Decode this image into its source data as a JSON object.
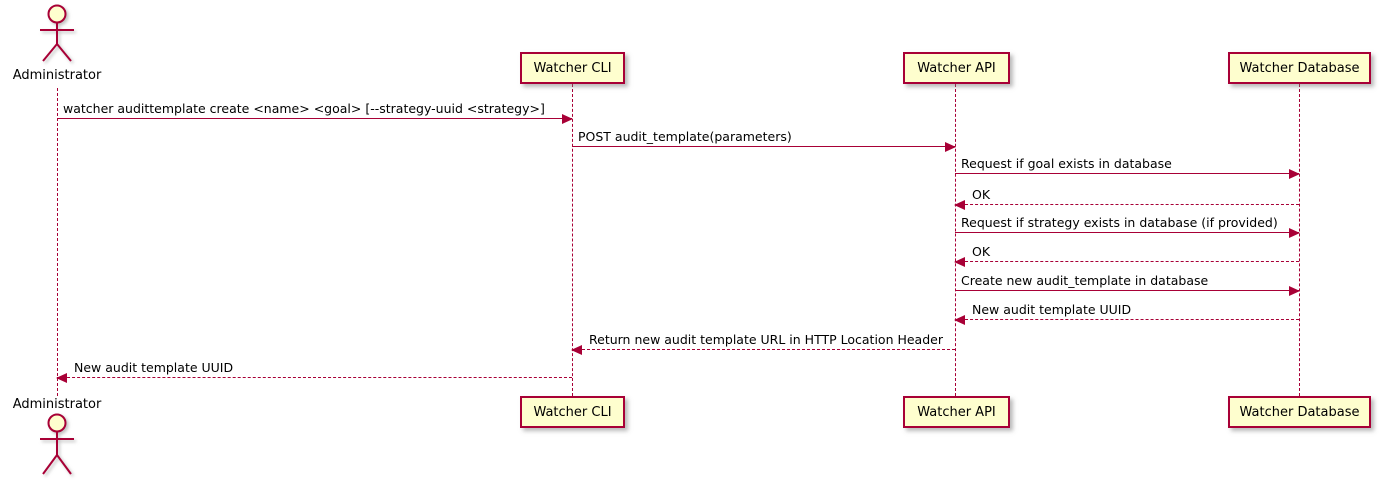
{
  "diagram": {
    "type": "uml-sequence-diagram",
    "participants": [
      {
        "id": "administrator",
        "name": "Administrator",
        "kind": "actor"
      },
      {
        "id": "watcher-cli",
        "name": "Watcher CLI",
        "kind": "participant"
      },
      {
        "id": "watcher-api",
        "name": "Watcher API",
        "kind": "participant"
      },
      {
        "id": "watcher-database",
        "name": "Watcher Database",
        "kind": "participant"
      }
    ],
    "messages": [
      {
        "from": "Administrator",
        "to": "Watcher CLI",
        "style": "solid",
        "label": "watcher audittemplate create <name> <goal> [--strategy-uuid <strategy>]"
      },
      {
        "from": "Watcher CLI",
        "to": "Watcher API",
        "style": "solid",
        "label": "POST audit_template(parameters)"
      },
      {
        "from": "Watcher API",
        "to": "Watcher Database",
        "style": "solid",
        "label": "Request if goal exists in database"
      },
      {
        "from": "Watcher Database",
        "to": "Watcher API",
        "style": "dashed",
        "label": "OK"
      },
      {
        "from": "Watcher API",
        "to": "Watcher Database",
        "style": "solid",
        "label": "Request if strategy exists in database (if provided)"
      },
      {
        "from": "Watcher Database",
        "to": "Watcher API",
        "style": "dashed",
        "label": "OK"
      },
      {
        "from": "Watcher API",
        "to": "Watcher Database",
        "style": "solid",
        "label": "Create new audit_template in database"
      },
      {
        "from": "Watcher Database",
        "to": "Watcher API",
        "style": "dashed",
        "label": "New audit template UUID"
      },
      {
        "from": "Watcher API",
        "to": "Watcher CLI",
        "style": "dashed",
        "label": "Return new audit template URL in HTTP Location Header"
      },
      {
        "from": "Watcher CLI",
        "to": "Administrator",
        "style": "dashed",
        "label": "New audit template UUID"
      }
    ],
    "colors": {
      "participant_fill": "#FEFECE",
      "participant_border": "#A80036",
      "line": "#A80036",
      "text": "#000000"
    }
  }
}
